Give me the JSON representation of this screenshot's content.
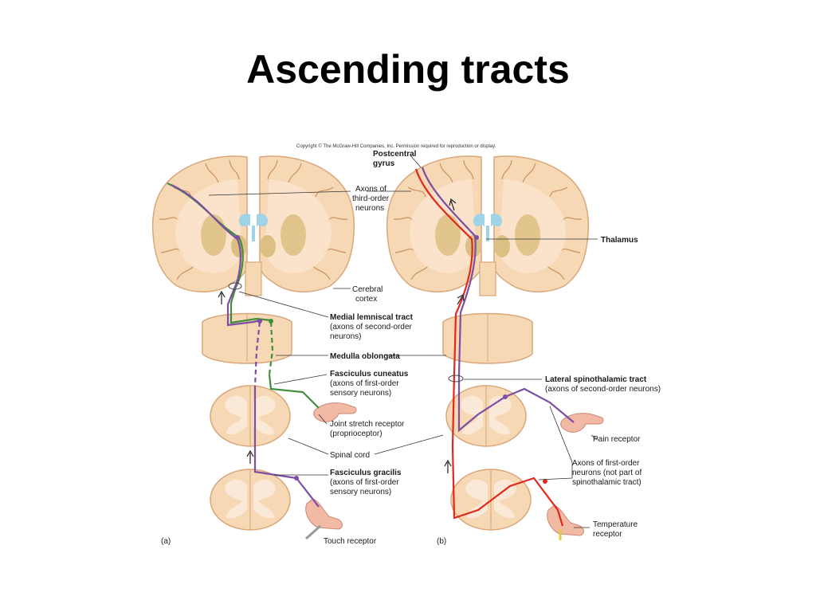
{
  "title": "Ascending tracts",
  "copyright": "Copyright © The McGraw-Hill Companies, Inc. Permission required for reproduction or display.",
  "colors": {
    "tissue": "#f6d8b4",
    "tissue_edge": "#d9a77a",
    "grey_matter": "#fbe9d8",
    "nuclei": "#dcbf82",
    "ventricle": "#9fd3e6",
    "green_tract": "#3f8f3a",
    "purple_tract": "#7d4ea3",
    "red_tract": "#e0281d"
  },
  "labels": {
    "postcentral": [
      "Postcentral",
      "gyrus"
    ],
    "axons_third": [
      "Axons of",
      "third-order",
      "neurons"
    ],
    "thalamus": "Thalamus",
    "cerebral_cortex": [
      "Cerebral",
      "cortex"
    ],
    "medial_lemniscal": [
      "Medial lemniscal tract",
      "(axons of second-order",
      "neurons)"
    ],
    "medulla": "Medulla oblongata",
    "fasciculus_cuneatus": [
      "Fasciculus cuneatus",
      "(axons of first-order",
      "sensory neurons)"
    ],
    "lateral_spinothalamic": [
      "Lateral spinothalamic tract",
      "(axons of second-order neurons)"
    ],
    "joint_stretch": [
      "Joint stretch receptor",
      "(proprioceptor)"
    ],
    "pain_receptor": "Pain receptor",
    "spinal_cord": "Spinal cord",
    "axons_first": [
      "Axons of first-order",
      "neurons (not part of",
      "spinothalamic tract)"
    ],
    "fasciculus_gracilis": [
      "Fasciculus gracilis",
      "(axons of first-order",
      "sensory neurons)"
    ],
    "temperature": [
      "Temperature",
      "receptor"
    ],
    "touch_receptor": "Touch receptor",
    "panel_a": "(a)",
    "panel_b": "(b)"
  }
}
